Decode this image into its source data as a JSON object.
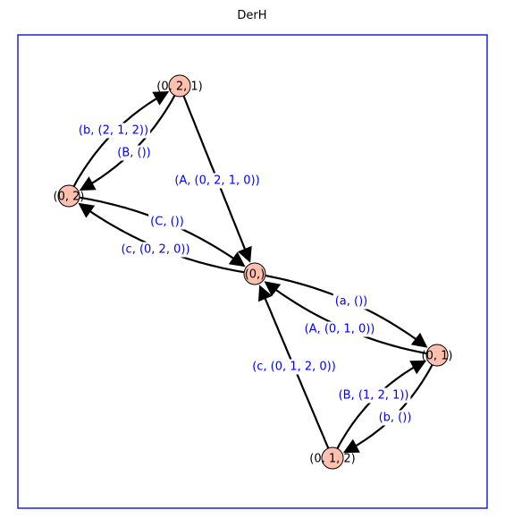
{
  "title": "DerH",
  "colors": {
    "frame": "#0000cc",
    "node_fill": "#ffc0b0",
    "edge": "#000000",
    "edge_label": "#0000ff"
  },
  "nodes": [
    {
      "id": "n021",
      "label": "(0, 2, 1)"
    },
    {
      "id": "n02",
      "label": "(0, 2)"
    },
    {
      "id": "n0",
      "label": "(0,)"
    },
    {
      "id": "n01",
      "label": "(0, 1)"
    },
    {
      "id": "n012",
      "label": "(0, 1, 2)"
    }
  ],
  "edges": [
    {
      "from": "n021",
      "to": "n02",
      "label": "(b, (2, 1, 2))"
    },
    {
      "from": "n02",
      "to": "n021",
      "label": "(B, ())"
    },
    {
      "from": "n021",
      "to": "n0",
      "label": "(A, (0, 2, 1, 0))"
    },
    {
      "from": "n0",
      "to": "n02",
      "label": "(C, ())"
    },
    {
      "from": "n02",
      "to": "n0",
      "label": "(c, (0, 2, 0))"
    },
    {
      "from": "n0",
      "to": "n01",
      "label": "(a, ())"
    },
    {
      "from": "n01",
      "to": "n0",
      "label": "(A, (0, 1, 0))"
    },
    {
      "from": "n012",
      "to": "n0",
      "label": "(c, (0, 1, 2, 0))"
    },
    {
      "from": "n012",
      "to": "n01",
      "label": "(B, (1, 2, 1))"
    },
    {
      "from": "n01",
      "to": "n012",
      "label": "(b, ())"
    }
  ]
}
